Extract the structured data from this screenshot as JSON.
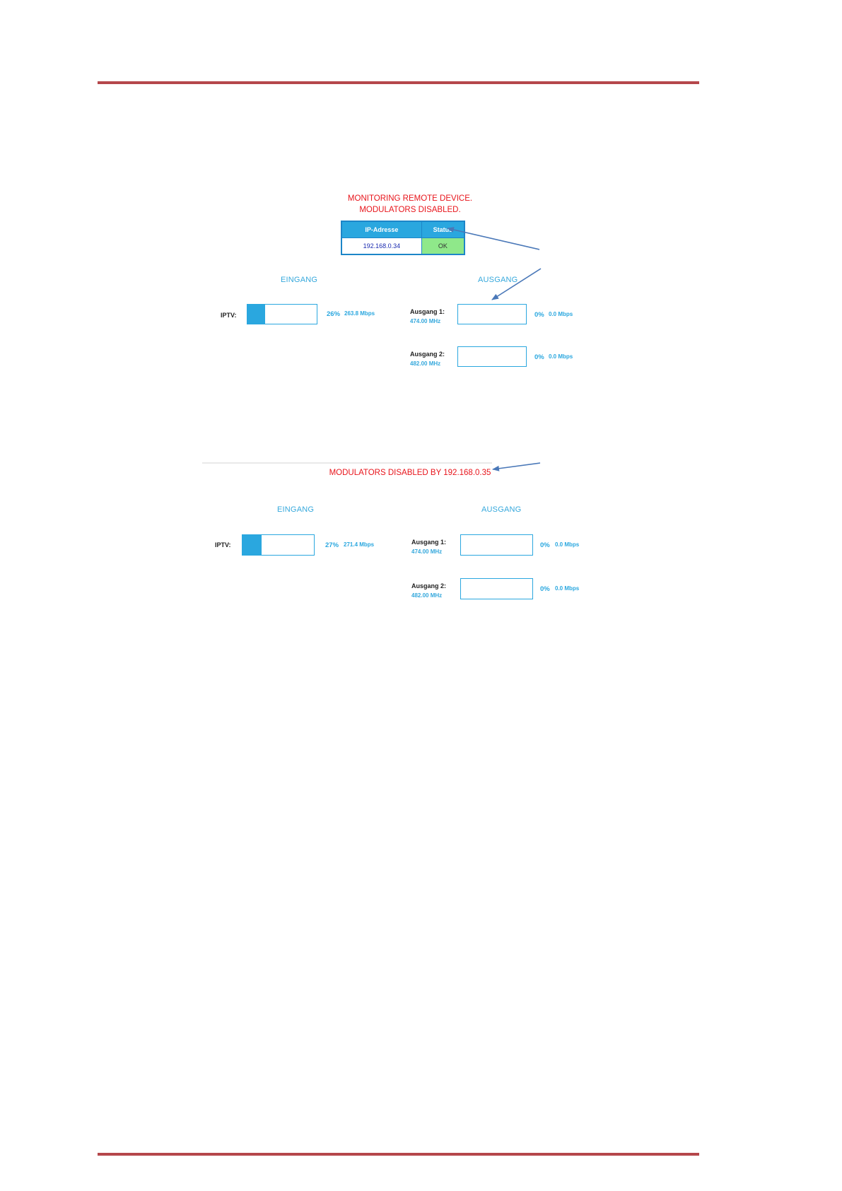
{
  "panel1": {
    "message_line1": "MONITORING REMOTE DEVICE.",
    "message_line2": "MODULATORS DISABLED.",
    "table": {
      "header_ip": "IP-Adresse",
      "header_status": "Status",
      "ip_value": "192.168.0.34",
      "status_value": "OK"
    },
    "input_heading": "EINGANG",
    "output_heading": "AUSGANG",
    "iptv": {
      "label": "IPTV:",
      "percent": "26%",
      "rate": "263.8 Mbps",
      "fill_fraction": 0.26
    },
    "outputs": [
      {
        "label": "Ausgang 1:",
        "freq": "474.00 MHz",
        "percent": "0%",
        "rate": "0.0 Mbps",
        "fill_fraction": 0
      },
      {
        "label": "Ausgang 2:",
        "freq": "482.00 MHz",
        "percent": "0%",
        "rate": "0.0 Mbps",
        "fill_fraction": 0
      }
    ]
  },
  "panel2": {
    "message": "MODULATORS DISABLED BY 192.168.0.35",
    "input_heading": "EINGANG",
    "output_heading": "AUSGANG",
    "iptv": {
      "label": "IPTV:",
      "percent": "27%",
      "rate": "271.4 Mbps",
      "fill_fraction": 0.27
    },
    "outputs": [
      {
        "label": "Ausgang 1:",
        "freq": "474.00 MHz",
        "percent": "0%",
        "rate": "0.0 Mbps",
        "fill_fraction": 0
      },
      {
        "label": "Ausgang 2:",
        "freq": "482.00 MHz",
        "percent": "0%",
        "rate": "0.0 Mbps",
        "fill_fraction": 0
      }
    ]
  },
  "colors": {
    "accent_blue": "#2aa7df",
    "warning_red": "#e8141b",
    "status_ok_green": "#8fe88a",
    "rule_red": "#b5474b",
    "annotation_arrow": "#4a78b8"
  }
}
